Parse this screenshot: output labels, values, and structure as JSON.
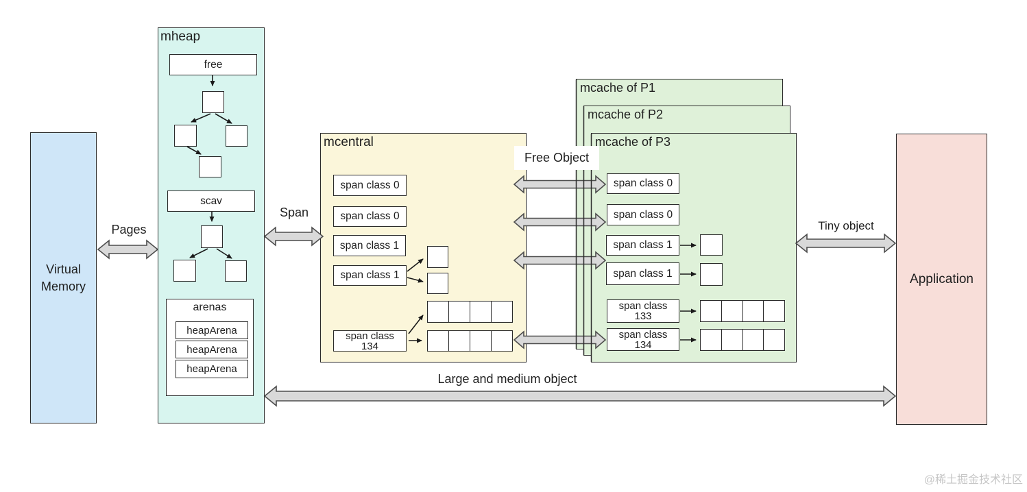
{
  "diagram": {
    "virtual_memory": {
      "label": "Virtual Memory"
    },
    "labels": {
      "pages": "Pages",
      "span": "Span",
      "free_object": "Free Object",
      "tiny_object": "Tiny object",
      "large_and_medium": "Large and medium object"
    },
    "mheap": {
      "title": "mheap",
      "free": "free",
      "scav": "scav",
      "arenas_title": "arenas",
      "heap_arenas": [
        "heapArena",
        "heapArena",
        "heapArena"
      ]
    },
    "mcentral": {
      "title": "mcentral",
      "span_classes": [
        "span class 0",
        "span class 0",
        "span class 1",
        "span class 1"
      ],
      "span_class_134": [
        "span class",
        "134"
      ]
    },
    "mcache": {
      "titles": [
        "mcache of P1",
        "mcache of P2",
        "mcache of P3"
      ],
      "span_classes": [
        "span class 0",
        "span class 0",
        "span class 1",
        "span class 1"
      ],
      "span_class_133": [
        "span class",
        "133"
      ],
      "span_class_134": [
        "span class",
        "134"
      ]
    },
    "application": {
      "label": "Application"
    },
    "watermark": "@稀土掘金技术社区",
    "colors": {
      "virtual_memory": "#cfe6f8",
      "mheap": "#d8f5ef",
      "mcentral": "#fbf6da",
      "mcache": "#dff1d9",
      "application": "#f8ded9",
      "arrow_fill": "#d9d9d9"
    }
  }
}
